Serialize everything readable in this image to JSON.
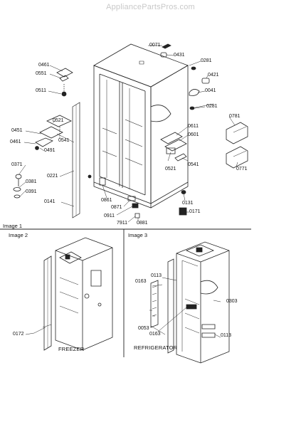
{
  "watermark": "AppliancePartsPros.com",
  "panels": {
    "image1": "Image 1",
    "image2": "Image 2",
    "image3": "Image 3",
    "freezer": "FREEZER",
    "refrigerator": "REFRIGERATOR"
  },
  "parts": {
    "p0071": "0071",
    "p0431": "0431",
    "p0281a": "0281",
    "p0421": "0421",
    "p0041": "0041",
    "p0281b": "0281",
    "p0781": "0781",
    "p0611": "0611",
    "p0601": "0601",
    "p0521b": "0521",
    "p0541b": "0541",
    "p0771": "0771",
    "p0461a": "0461",
    "p0551": "0551",
    "p0511": "0511",
    "p0521a": "0521",
    "p0451": "0451",
    "p0541a": "0541",
    "p0461b": "0461",
    "p0491": "0491",
    "p0371": "0371",
    "p0221": "0221",
    "p0381": "0381",
    "p0391": "0391",
    "p0141": "0141",
    "p0861": "0861",
    "p0871": "0871",
    "p0911": "0911",
    "p7911": "7911",
    "p0881": "0881",
    "p0131": "0131",
    "p0171": "0171",
    "p0172": "0172",
    "p0113a": "0113",
    "p0163a": "0163",
    "p0303": "0303",
    "p0053": "0053",
    "p0163b": "0163",
    "p0113b": "0113"
  }
}
